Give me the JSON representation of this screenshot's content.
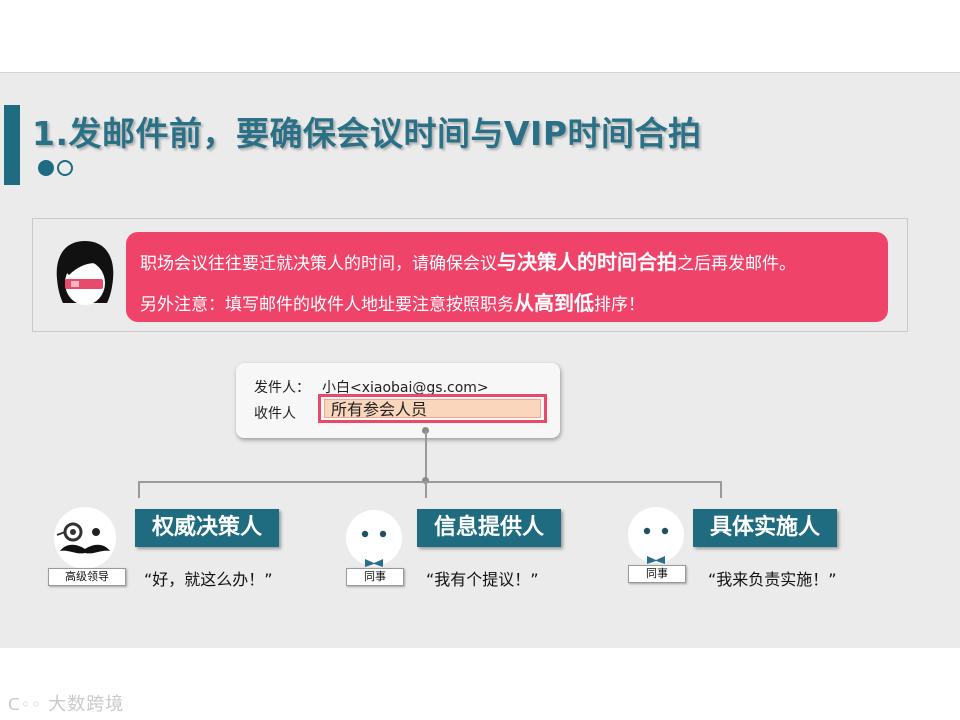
{
  "title": "1.发邮件前，要确保会议时间与VIP时间合拍",
  "tip": {
    "line1_a": "职场会议往往要迁就决策人的时间，请确保会议",
    "line1_b": "与决策人的时间合拍",
    "line1_c": "之后再发邮件。",
    "line2_a": "另外注意：填写邮件的收件人地址要注意按照职务",
    "line2_b": "从高到低",
    "line2_c": "排序！"
  },
  "email": {
    "sender_label": "发件人：",
    "sender_value": "小白<xiaobai@gs.com>",
    "recipient_label": "收件人",
    "recipient_value": "所有参会人员"
  },
  "roles": [
    {
      "tag": "高级领导",
      "label": "权威决策人",
      "quote": "“好，就这么办！”"
    },
    {
      "tag": "同事",
      "label": "信息提供人",
      "quote": "“我有个提议！”"
    },
    {
      "tag": "同事",
      "label": "具体实施人",
      "quote": "“我来负责实施！”"
    }
  ],
  "watermark": "大数跨境",
  "colors": {
    "accent": "#1f6b80",
    "bubble": "#f0436a",
    "highlight": "#e84a6b"
  }
}
